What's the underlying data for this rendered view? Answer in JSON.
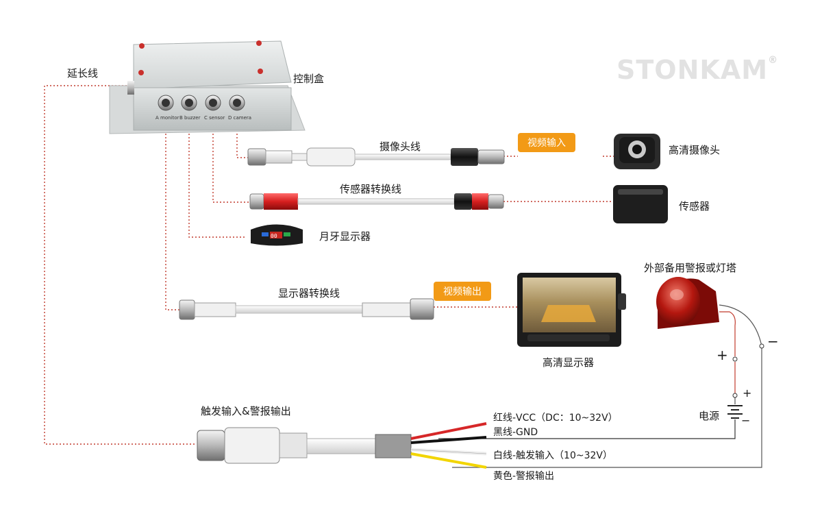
{
  "brand": {
    "name": "STONKAM",
    "mark": "®"
  },
  "labels": {
    "extension_cable": "延长线",
    "control_box": "控制盒",
    "camera_cable": "摄像头线",
    "hd_camera": "高清摄像头",
    "sensor_cable": "传感器转换线",
    "sensor": "传感器",
    "crescent_display": "月牙显示器",
    "monitor_cable": "显示器转换线",
    "hd_monitor": "高清显示器",
    "alarm_tower": "外部备用警报或灯塔",
    "trigger_alarm_cable": "触发输入&警报输出",
    "power": "电源",
    "red_wire": "红线-VCC（DC：10~32V）",
    "black_wire": "黑线-GND",
    "white_wire": "白线-触发输入（10~32V）",
    "yellow_wire": "黄色-警报输出",
    "plus_alarm": "+",
    "minus_alarm": "−",
    "plus_power": "+",
    "minus_power": "−"
  },
  "badges": {
    "video_in": "视频输入",
    "video_out": "视频输出"
  },
  "ports": [
    "A monitor",
    "B buzzer",
    "C sensor",
    "D camera"
  ],
  "display_readout": "00",
  "colors": {
    "accent": "#f29a16",
    "dotted_line": "#c0392b",
    "red_part": "#d62728"
  },
  "icons": {
    "control_box": "control-box-icon",
    "camera": "camera-icon",
    "sensor": "sensor-icon",
    "crescent_display": "crescent-display-icon",
    "monitor": "monitor-icon",
    "alarm": "alarm-tower-icon",
    "battery": "battery-icon"
  }
}
